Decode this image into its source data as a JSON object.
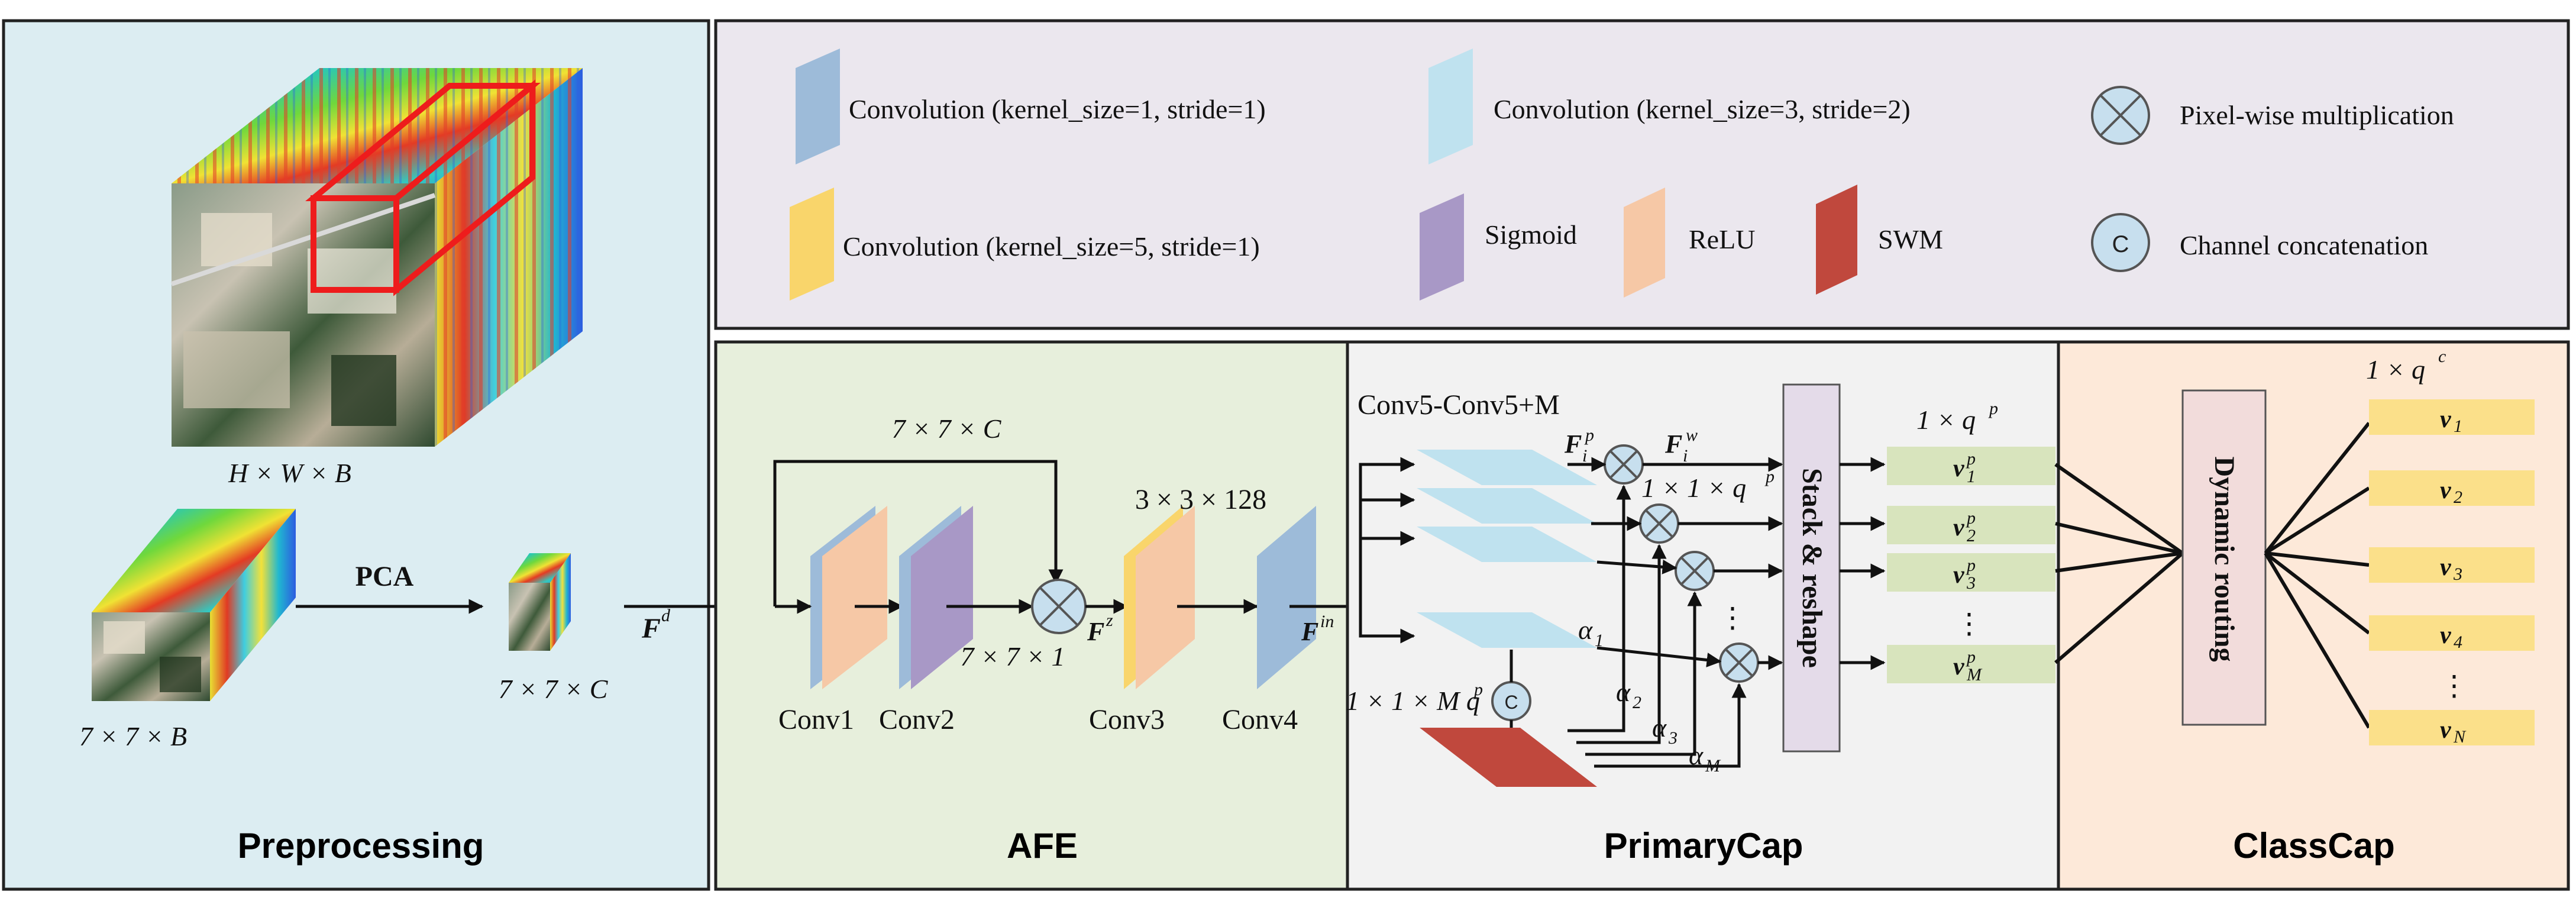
{
  "legend": {
    "conv_k1": "Convolution (kernel_size=1, stride=1)",
    "conv_k3": "Convolution (kernel_size=3, stride=2)",
    "conv_k5": "Convolution (kernel_size=5, stride=1)",
    "sigmoid": "Sigmoid",
    "relu": "ReLU",
    "swm": "SWM",
    "pixel_mult": "Pixel-wise multiplication",
    "concat": "Channel concatenation",
    "concat_symbol": "C"
  },
  "colors": {
    "conv_k1": "#9dbbd9",
    "conv_k3": "#bfe2ef",
    "conv_k5": "#f9d56b",
    "sigmoid": "#a898c6",
    "relu": "#f6c8a6",
    "swm": "#c0483d",
    "preprocessing_bg": "#dcedf2",
    "afe_bg": "#e7efdc",
    "primarycap_bg": "#f2f2f2",
    "classcap_bg": "#fde9d9",
    "legend_bg": "#ebe7ee"
  },
  "sections": {
    "preprocessing": "Preprocessing",
    "afe": "AFE",
    "primarycap": "PrimaryCap",
    "classcap": "ClassCap"
  },
  "preprocessing": {
    "cube_dims": "H × W × B",
    "patch_dims": "7 × 7 × B",
    "pca_label": "PCA",
    "reduced_dims": "7 × 7 × C",
    "output": "F",
    "output_sup": "d"
  },
  "afe": {
    "skip_dims": "7 × 7 × C",
    "conv1": "Conv1",
    "conv2": "Conv2",
    "attn_dims": "7 × 7 × 1",
    "fz": "F",
    "fz_sup": "z",
    "conv3": "Conv3",
    "conv4_dims": "3 × 3 × 128",
    "conv4": "Conv4",
    "fin": "F",
    "fin_sup": "in"
  },
  "primarycap": {
    "branch_label": "Conv5-Conv5+M",
    "fip": "F",
    "fip_sub": "i",
    "fip_sup": "p",
    "fiw": "F",
    "fiw_sub": "i",
    "fiw_sup": "w",
    "mult_dims": "1 × 1 × q",
    "mult_dims_sup": "p",
    "concat_dims": "1 × 1 × M q",
    "concat_dims_sup": "p",
    "alpha": "α",
    "alpha_subs": [
      "1",
      "2",
      "3",
      "M"
    ],
    "stack_label": "Stack & reshape",
    "caps_dims": "1 × q",
    "caps_dims_sup": "p",
    "caps": [
      {
        "v": "v",
        "sub": "1",
        "sup": "p"
      },
      {
        "v": "v",
        "sub": "2",
        "sup": "p"
      },
      {
        "v": "v",
        "sub": "3",
        "sup": "p"
      },
      {
        "v": "v",
        "sub": "M",
        "sup": "p"
      }
    ],
    "ellipsis": "⋮"
  },
  "classcap": {
    "routing_label": "Dynamic routing",
    "caps_dims": "1 × q",
    "caps_dims_sup": "c",
    "caps": [
      {
        "v": "v",
        "sub": "1"
      },
      {
        "v": "v",
        "sub": "2"
      },
      {
        "v": "v",
        "sub": "3"
      },
      {
        "v": "v",
        "sub": "4"
      },
      {
        "v": "v",
        "sub": "N"
      }
    ],
    "ellipsis": "⋮"
  }
}
